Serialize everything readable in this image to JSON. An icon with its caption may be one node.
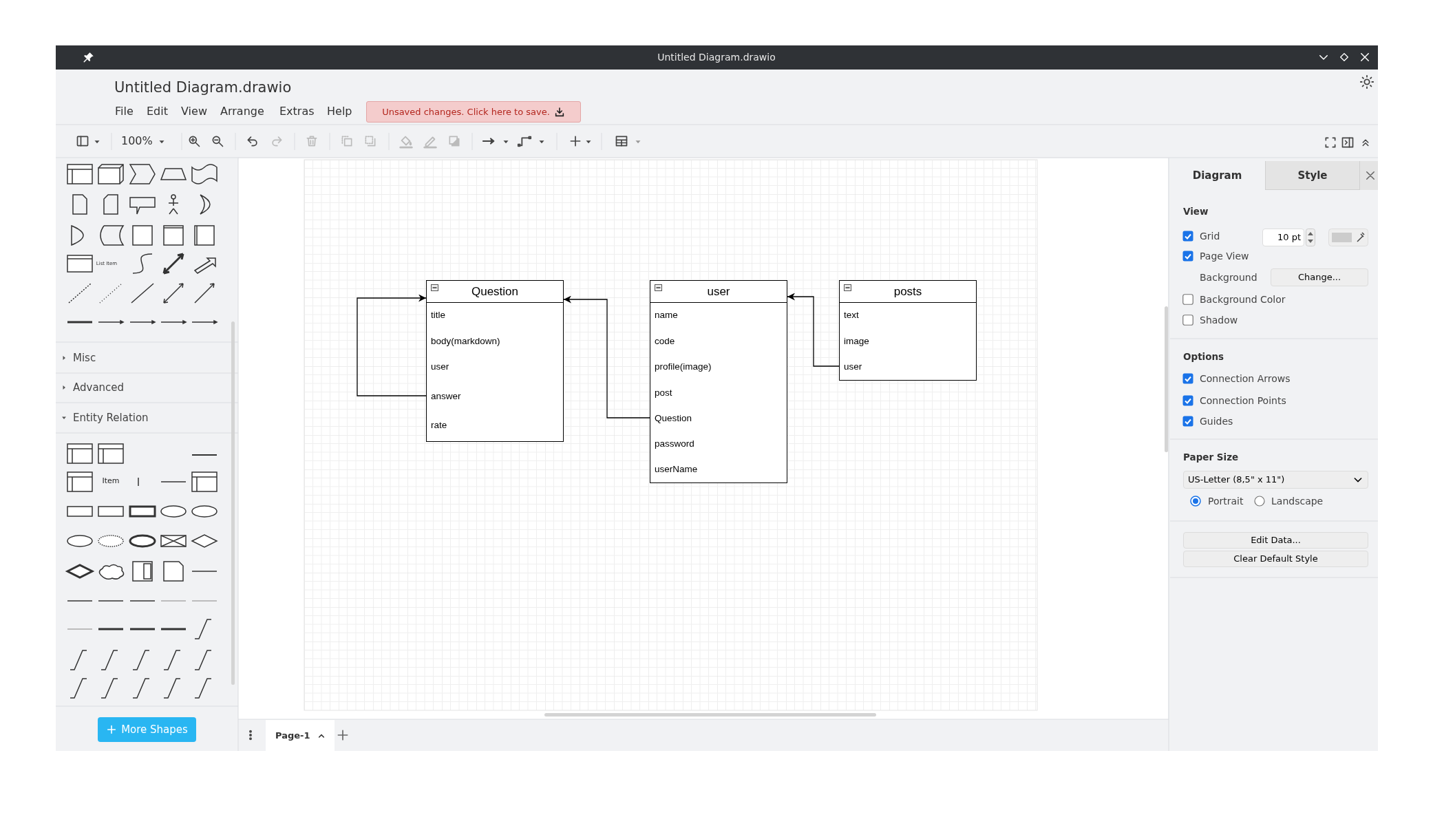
{
  "diagram": {
    "nodes": [
      {
        "text": [
          "Question"
        ]
      },
      {
        "text": [
          "title"
        ],
        "in": 0
      },
      {
        "text": [
          "body(markdown)"
        ],
        "in": 0
      },
      {
        "text": [
          "user"
        ],
        "in": 0
      },
      {
        "text": [
          "answer"
        ],
        "in": 0
      },
      {
        "text": [
          "rate"
        ],
        "in": 0
      },
      {
        "text": [
          "user"
        ]
      },
      {
        "text": [
          "name"
        ],
        "in": 6
      },
      {
        "text": [
          "code"
        ],
        "in": 6
      },
      {
        "text": [
          "profile(image)"
        ],
        "in": 6
      },
      {
        "text": [
          "post"
        ],
        "in": 6
      },
      {
        "text": [
          "Question"
        ],
        "in": 6
      },
      {
        "text": [
          "password"
        ],
        "in": 6
      },
      {
        "text": [
          "userName"
        ],
        "in": 6
      },
      {
        "text": [
          "posts"
        ]
      },
      {
        "text": [
          "text"
        ],
        "in": 14
      },
      {
        "text": [
          "image"
        ],
        "in": 14
      },
      {
        "text": [
          "user"
        ],
        "in": 14
      }
    ],
    "edges": [
      {
        "from": 4,
        "to": 0,
        "arrow": "to"
      },
      {
        "from": 11,
        "to": 0,
        "arrow": "to"
      },
      {
        "from": 17,
        "to": 6,
        "arrow": "to"
      }
    ],
    "labels": [
      "Untitled Diagram.drawio",
      "Untitled Diagram.drawio",
      "File",
      "Edit",
      "View",
      "Arrange",
      "Extras",
      "Help",
      "Unsaved changes. Click here to save.",
      "100%",
      "Misc",
      "Advanced",
      "Entity Relation",
      "List Item",
      "Item",
      "More Shapes",
      "Diagram",
      "Style",
      "View",
      "Grid",
      "10 pt",
      "Page View",
      "Background",
      "Change...",
      "Background Color",
      "Shadow",
      "Options",
      "Connection Arrows",
      "Connection Points",
      "Guides",
      "Paper Size",
      "US-Letter (8,5\" x 11\")",
      "Portrait",
      "Landscape",
      "Edit Data...",
      "Clear Default Style",
      "Page-1"
    ]
  }
}
